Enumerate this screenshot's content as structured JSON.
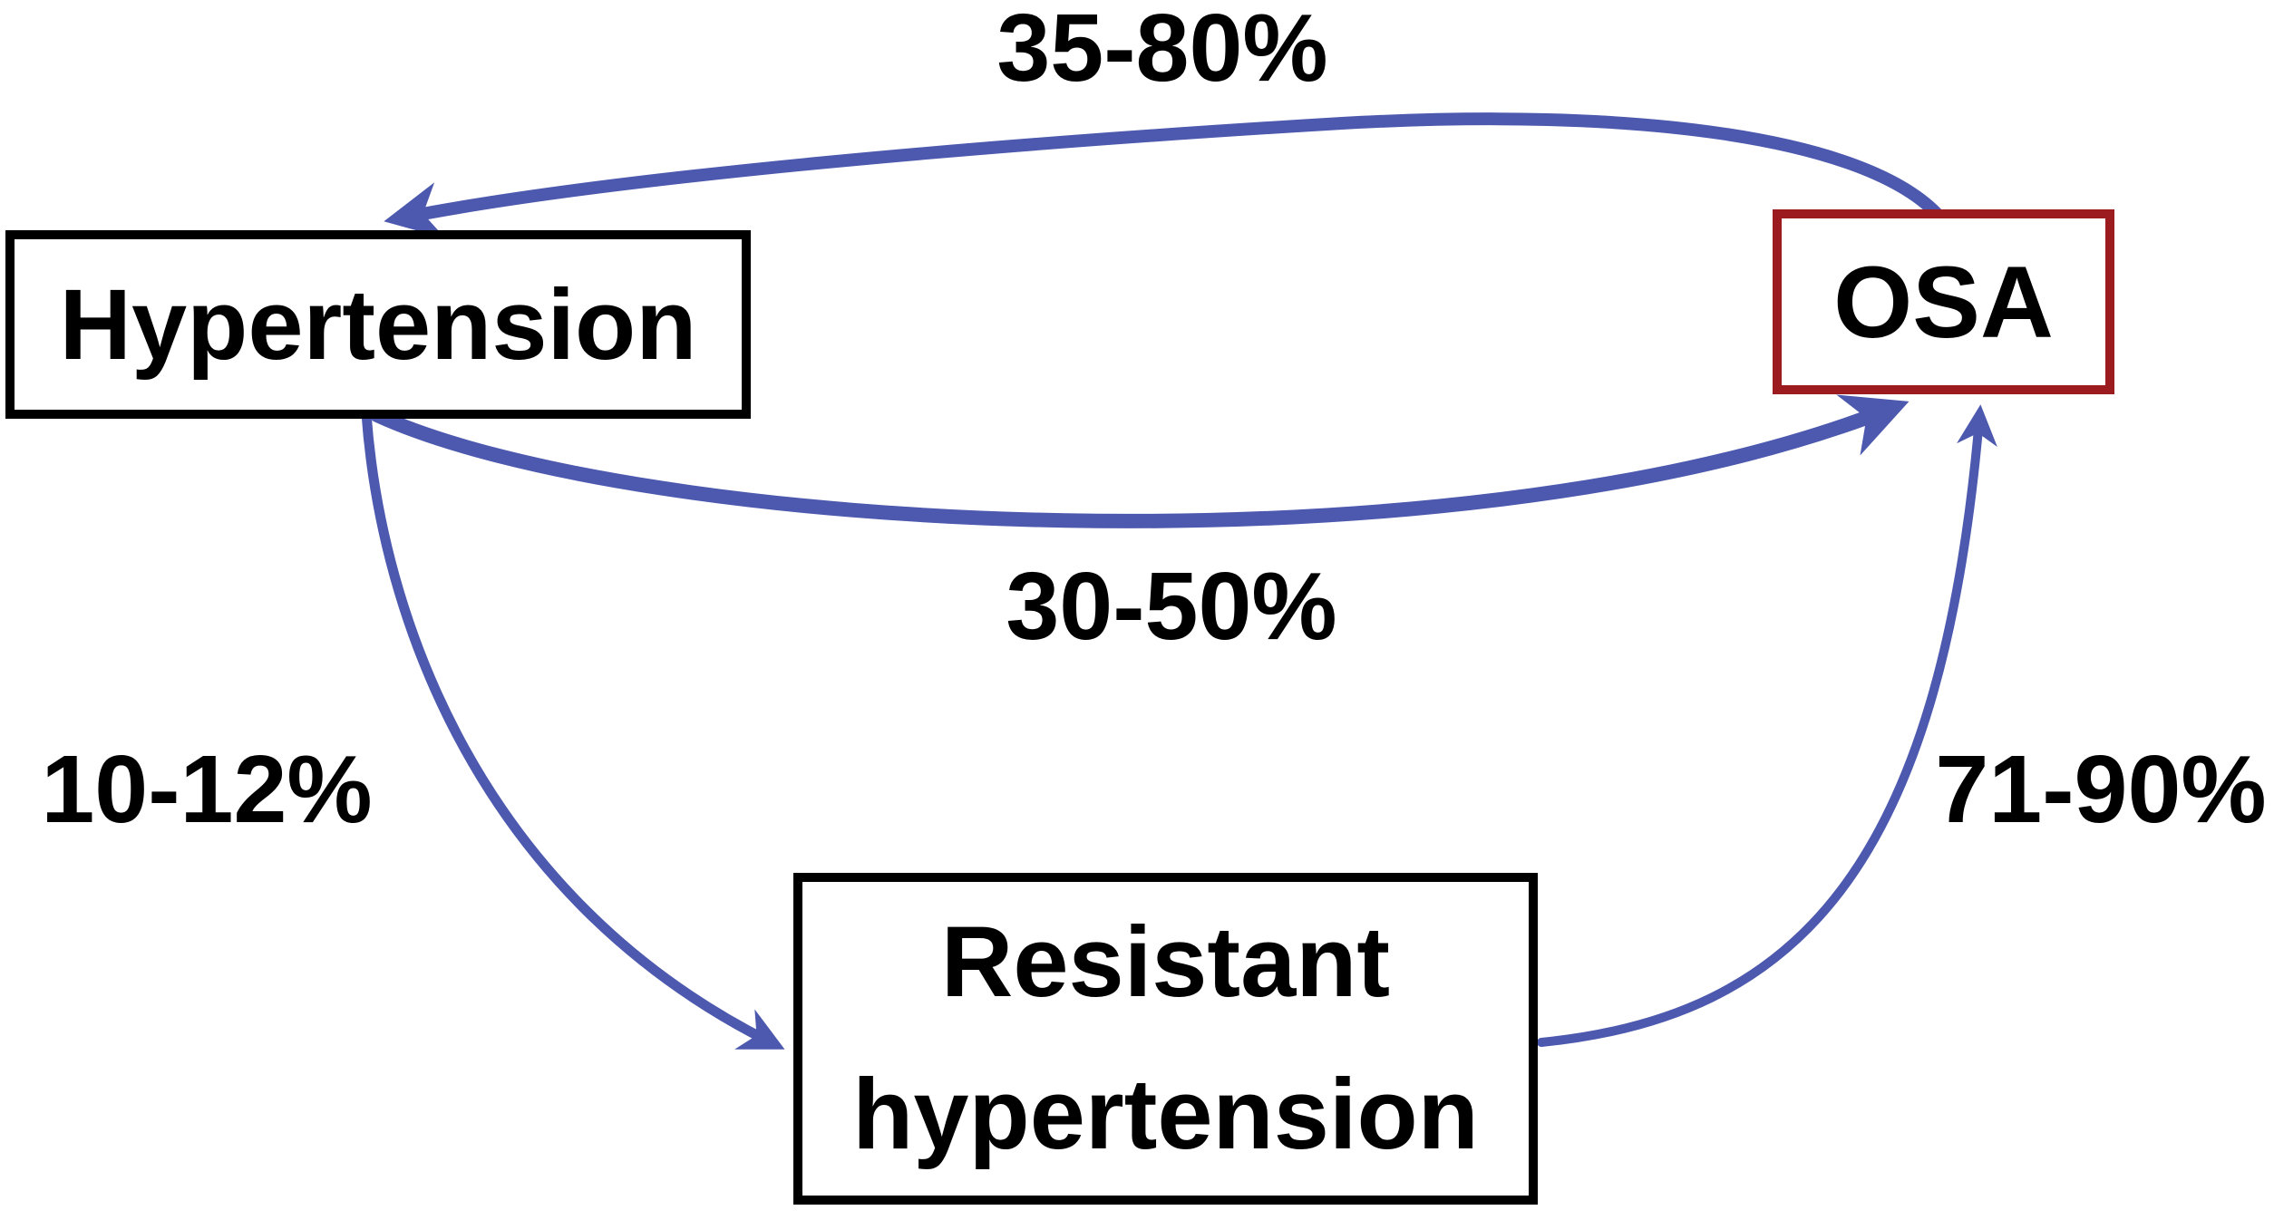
{
  "diagram": {
    "nodes": [
      {
        "id": "hypertension",
        "label": "Hypertension"
      },
      {
        "id": "osa",
        "label": "OSA"
      },
      {
        "id": "resistant-hypertension",
        "label": "Resistant hypertension",
        "line1": "Resistant",
        "line2": "hypertension"
      }
    ],
    "edges": [
      {
        "from": "OSA",
        "to": "Hypertension",
        "label": "35-80%"
      },
      {
        "from": "Hypertension",
        "to": "OSA",
        "label": "30-50%"
      },
      {
        "from": "Hypertension",
        "to": "Resistant hypertension",
        "label": "10-12%"
      },
      {
        "from": "Resistant hypertension",
        "to": "OSA",
        "label": "71-90%"
      }
    ],
    "colors": {
      "arrow": "#4c59ae",
      "osa_border": "#9b1b1f",
      "box_border": "#000000",
      "text": "#000000",
      "background": "#ffffff"
    }
  }
}
